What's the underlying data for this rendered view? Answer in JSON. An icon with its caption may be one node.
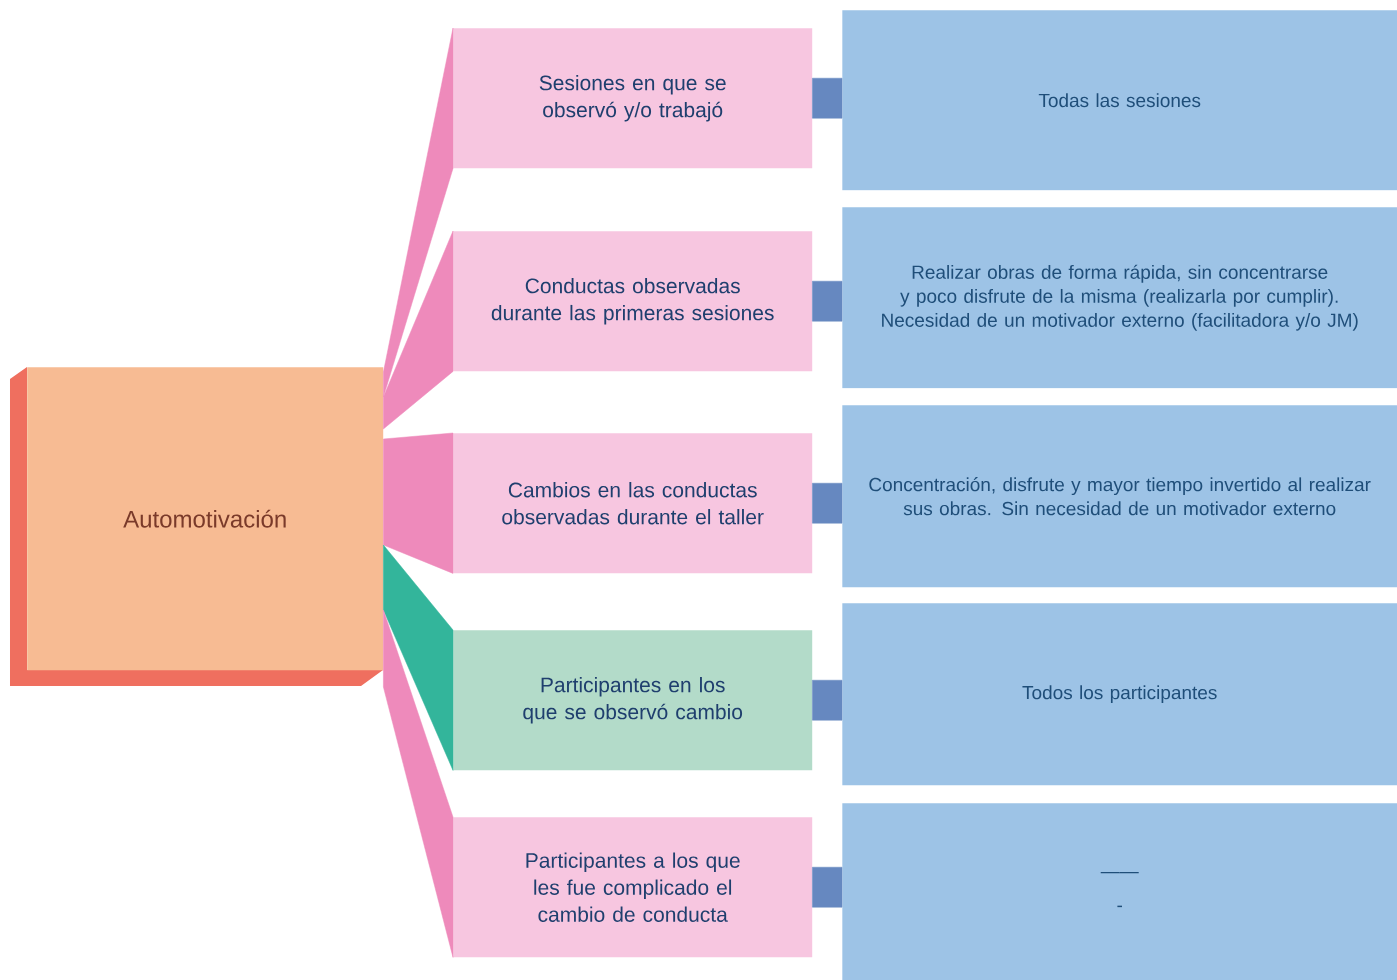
{
  "diagram": {
    "nodes": [
      {
        "text": [
          "Automotivación"
        ]
      },
      {
        "text": [
          "Sesiones en que se observó y/o trabajó"
        ]
      },
      {
        "text": [
          "Conductas observadas durante las primeras sesiones"
        ]
      },
      {
        "text": [
          "Cambios en las conductas observadas durante el taller"
        ]
      },
      {
        "text": [
          "Participantes en los que se observó cambio"
        ]
      },
      {
        "text": [
          "Participantes a los que les fue complicado el cambio de conducta"
        ]
      },
      {
        "text": [
          "Todas las sesiones"
        ]
      },
      {
        "text": [
          "Realizar obras de forma rápida, sin concentrarse y poco disfrute de la misma (realizarla por cumplir). Necesidad de un motivador externo (facilitadora y/o JM)"
        ]
      },
      {
        "text": [
          "Concentración, disfrute y mayor tiempo invertido al realizar sus obras. Sin necesidad de un motivador externo"
        ]
      },
      {
        "text": [
          "Todos los participantes"
        ]
      },
      {
        "text": [
          "——",
          "-"
        ]
      }
    ],
    "edges": [
      {
        "from": 0,
        "to": 1,
        "arrow": "none",
        "color": "#ee8abb"
      },
      {
        "from": 0,
        "to": 2,
        "arrow": "none",
        "color": "#ee8abb"
      },
      {
        "from": 0,
        "to": 3,
        "arrow": "none",
        "color": "#ee8abb"
      },
      {
        "from": 0,
        "to": 4,
        "arrow": "none",
        "color": "#33b59b"
      },
      {
        "from": 0,
        "to": 5,
        "arrow": "none",
        "color": "#ee8abb"
      },
      {
        "from": 1,
        "to": 6,
        "arrow": "none",
        "color": "#6688c0"
      },
      {
        "from": 2,
        "to": 7,
        "arrow": "none",
        "color": "#6688c0"
      },
      {
        "from": 3,
        "to": 8,
        "arrow": "none",
        "color": "#6688c0"
      },
      {
        "from": 4,
        "to": 9,
        "arrow": "none",
        "color": "#6688c0"
      },
      {
        "from": 5,
        "to": 10,
        "arrow": "none",
        "color": "#6688c0"
      }
    ]
  }
}
